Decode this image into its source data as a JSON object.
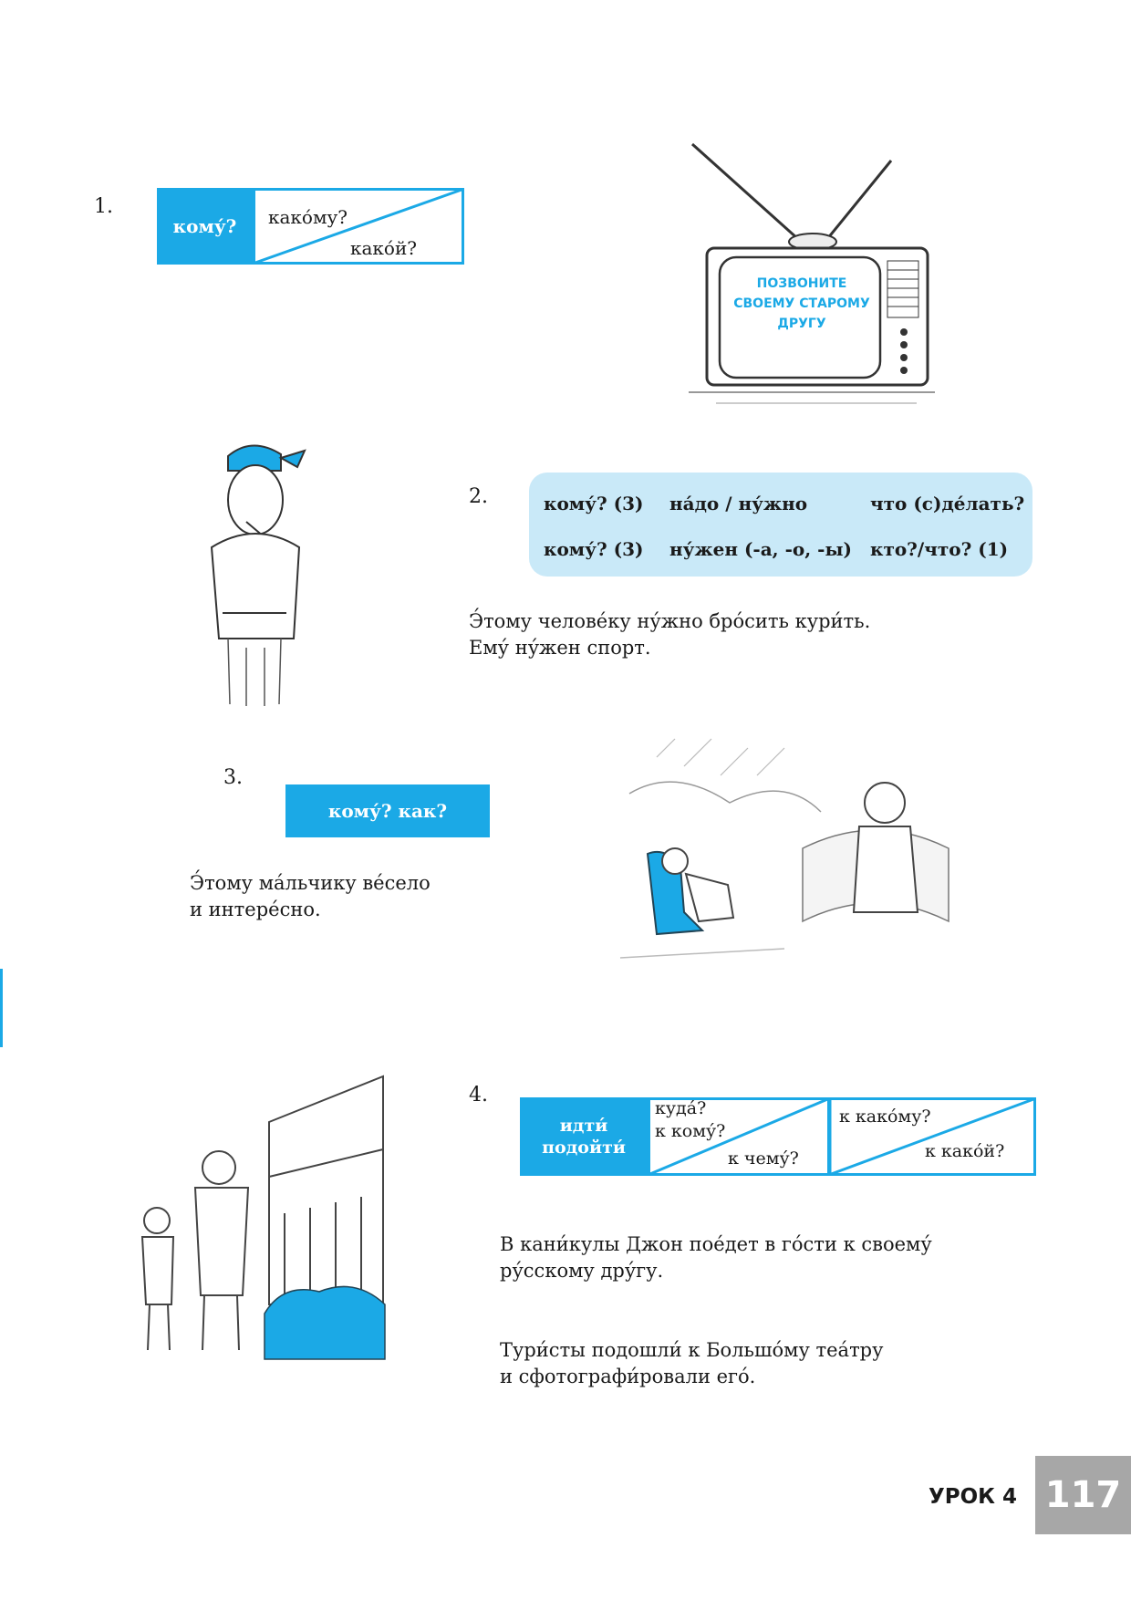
{
  "ex1": {
    "number": "1.",
    "key": "кому́?",
    "top": "како́му?",
    "bottom": "како́й?",
    "tv_screen": [
      "ПОЗВОНИТЕ",
      "СВОЕМУ СТАРОМУ",
      "ДРУГУ"
    ]
  },
  "ex2": {
    "number": "2.",
    "rows": [
      [
        "кому́? (3)",
        "на́до / ну́жно",
        "что (с)де́лать?"
      ],
      [
        "кому́? (3)",
        "ну́жен (-а, -о, -ы)",
        "кто?/что? (1)"
      ]
    ],
    "text": [
      "Э́тому челове́ку ну́жно бро́сить кури́ть.",
      "Ему́ ну́жен спорт."
    ]
  },
  "ex3": {
    "number": "3.",
    "key": "кому́? как?",
    "text": [
      "Э́тому ма́льчику ве́село",
      "и интере́сно."
    ]
  },
  "ex4": {
    "number": "4.",
    "key": [
      "идти́",
      "подойти́"
    ],
    "mid_top": [
      "куда́?",
      "к кому́?"
    ],
    "mid_bottom": "к чему́?",
    "right_top": "к како́му?",
    "right_bottom": "к како́й?",
    "text1": [
      "В кани́кулы Джон поéдет в го́сти к своему́",
      "ру́сскому дру́гу."
    ],
    "text2": [
      "Тури́сты подошли́ к Большо́му теа́тру",
      "и сфотографи́ровали его́."
    ]
  },
  "footer": {
    "lesson": "УРОК 4",
    "page": "117"
  },
  "colors": {
    "accent": "#1ba9e6",
    "light_box": "#c9e9f8",
    "page_num_bg": "#a7a7a7"
  }
}
